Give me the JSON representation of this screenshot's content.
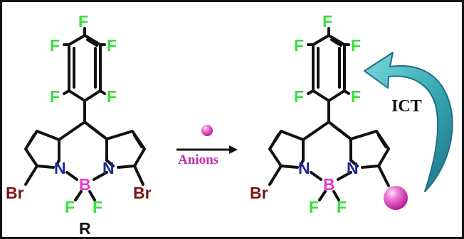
{
  "colors": {
    "fluorine": "#36e03a",
    "nitrogen": "#1a2a9a",
    "boron": "#e436d6",
    "bromine": "#7a1414",
    "anions": "#c42fa8",
    "ict_text": "#111111",
    "arrow_fill": "#3fb8bf",
    "arrow_dark": "#1f6f86",
    "bond": "#111111"
  },
  "reactant": {
    "label": "R",
    "atoms": {
      "f_top": "F",
      "f_upper_left": "F",
      "f_upper_right": "F",
      "f_lower_left": "F",
      "f_lower_right": "F",
      "n_left": "N",
      "n_right": "N",
      "b_center": "B",
      "bf_left": "F",
      "bf_right": "F",
      "br_left": "Br",
      "br_right": "Br"
    }
  },
  "reaction": {
    "reagent_label": "Anions",
    "reagent_icon": "pink-sphere-icon"
  },
  "product": {
    "atoms": {
      "f_top": "F",
      "f_upper_left": "F",
      "f_upper_right": "F",
      "f_lower_left": "F",
      "f_lower_right": "F",
      "n_left": "N",
      "n_right": "N",
      "b_center": "B",
      "bf_left": "F",
      "bf_right": "F",
      "br_left": "Br"
    },
    "substituent_icon": "pink-sphere-icon",
    "ict_label": "ICT",
    "ict_arrow_icon": "curved-arrow-icon"
  }
}
